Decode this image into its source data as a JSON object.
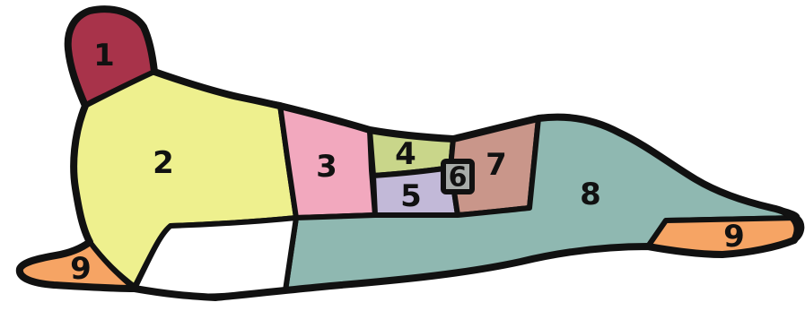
{
  "diagram": {
    "colors": {
      "outline": "#111111",
      "background": "#ffffff",
      "region_1": "#a8334a",
      "region_2": "#eef08e",
      "region_3": "#f2a8be",
      "region_4": "#c9d68a",
      "region_5": "#c2b9d8",
      "region_6": "#a8aca9",
      "region_7": "#c9968a",
      "region_8": "#8fb8b1",
      "region_9": "#f6a464"
    },
    "regions": [
      {
        "id": "1",
        "label": "1",
        "color_key": "region_1"
      },
      {
        "id": "2",
        "label": "2",
        "color_key": "region_2"
      },
      {
        "id": "3",
        "label": "3",
        "color_key": "region_3"
      },
      {
        "id": "4",
        "label": "4",
        "color_key": "region_4"
      },
      {
        "id": "5",
        "label": "5",
        "color_key": "region_5"
      },
      {
        "id": "6",
        "label": "6",
        "color_key": "region_6"
      },
      {
        "id": "7",
        "label": "7",
        "color_key": "region_7"
      },
      {
        "id": "8",
        "label": "8",
        "color_key": "region_8"
      },
      {
        "id": "9a",
        "label": "9",
        "color_key": "region_9"
      },
      {
        "id": "9b",
        "label": "9",
        "color_key": "region_9"
      }
    ]
  }
}
